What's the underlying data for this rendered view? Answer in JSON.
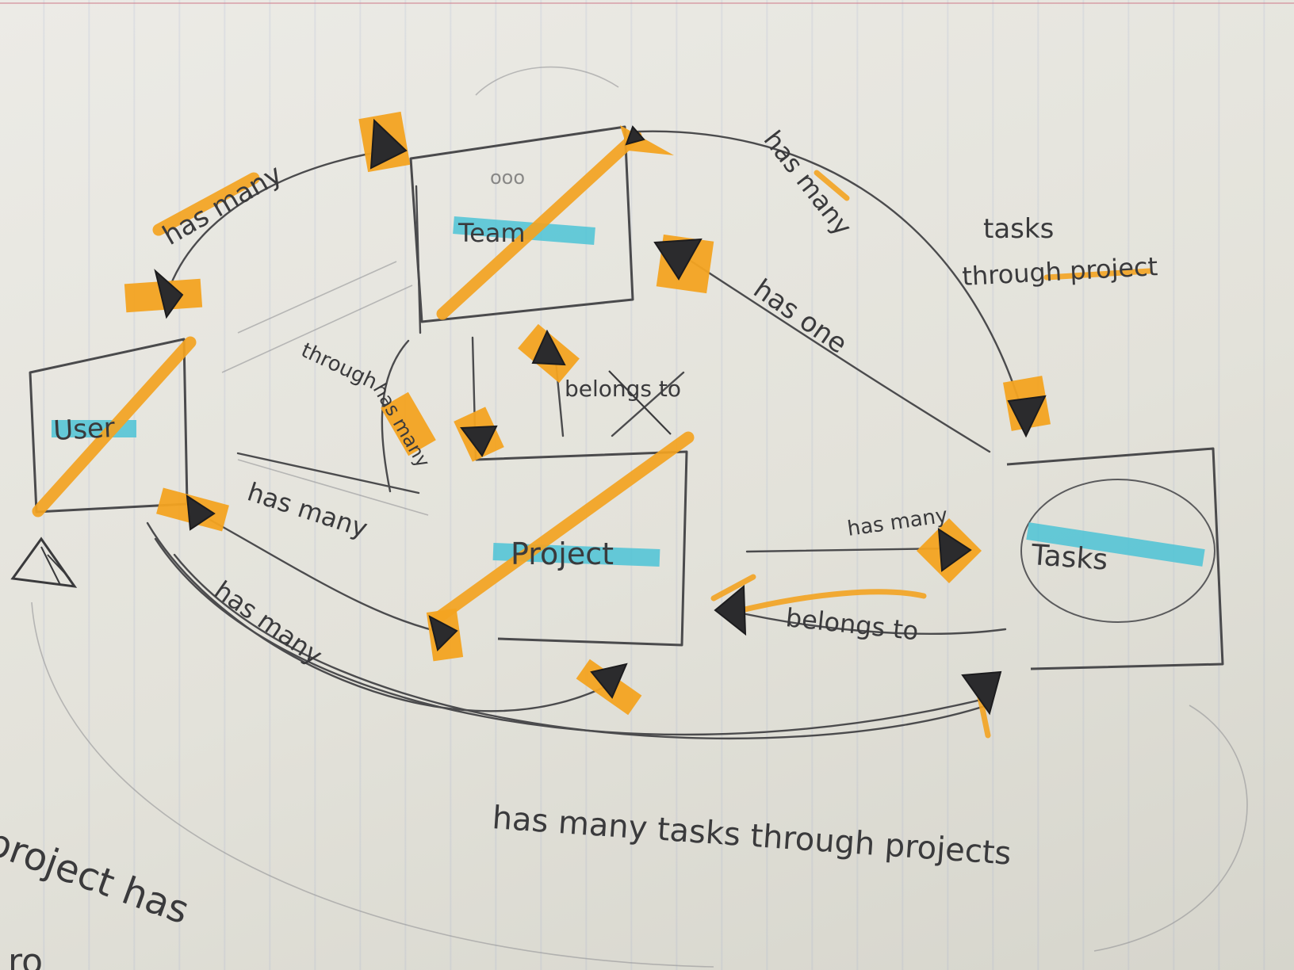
{
  "entities": {
    "user": "User",
    "team": "Team",
    "project": "Project",
    "tasks": "Tasks"
  },
  "relations": {
    "user_team_has_many": "has many",
    "team_tasks_has_many_tasks": "has many",
    "team_tasks_through_line1": "tasks",
    "team_tasks_through_line2": "through project",
    "team_has_one": "has one",
    "user_team_through": "through",
    "user_team_has_many_small": "has many",
    "belongs_to_struck": "belongs to",
    "user_project_has_many": "has many",
    "user_project_has_many_lower": "has many",
    "tasks_project_has_many": "has many",
    "tasks_project_belongs_to": "belongs to",
    "user_tasks_through_projects": "has many tasks through projects",
    "scribble_team_label": "ooo",
    "bottom_note_line1": "project has",
    "bottom_note_line2": "ro"
  },
  "colors": {
    "pencil": "#3a3a3c",
    "highlighter_orange": "#f3a321",
    "highlighter_blue": "#4cc3d6",
    "paper": "#e4e3dc"
  }
}
